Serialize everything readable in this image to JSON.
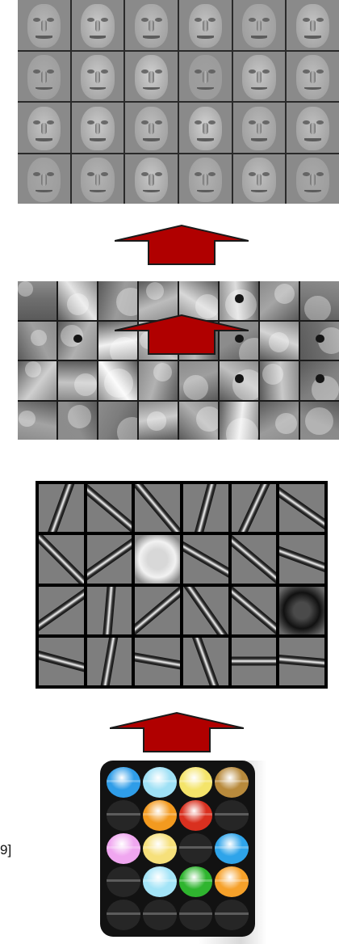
{
  "layers": {
    "faces": {
      "tones": [
        "#b5b5b5",
        "#c9c9c9",
        "#bcbcbc",
        "#c2c2c2",
        "#b0b0b0",
        "#c4c4c4",
        "#a9a9a9",
        "#c8c8c8",
        "#d0d0d0",
        "#9f9f9f",
        "#c6c6c6",
        "#bdbdbd",
        "#c3c3c3",
        "#cacaca",
        "#bdbdbd",
        "#d2d2d2",
        "#b8b8b8",
        "#c0c0c0",
        "#a6a6a6",
        "#b3b3b3",
        "#c7c7c7",
        "#b1b1b1",
        "#bebebe",
        "#a8a8a8"
      ]
    },
    "parts": {
      "patches": [
        [
          "#6f6f6f",
          0
        ],
        [
          "#e6e6e6",
          0
        ],
        [
          "#9b9b9b",
          0
        ],
        [
          "#bcbcbc",
          0
        ],
        [
          "#d8d8d8",
          0
        ],
        [
          "#dedede",
          1
        ],
        [
          "#a5a5a5",
          0
        ],
        [
          "#7a7a7a",
          0
        ],
        [
          "#a0a0a0",
          0
        ],
        [
          "#b0b0b0",
          1
        ],
        [
          "#f2f2f2",
          0
        ],
        [
          "#c6c6c6",
          0
        ],
        [
          "#b8b8b8",
          0
        ],
        [
          "#8c8c8c",
          1
        ],
        [
          "#d4d4d4",
          0
        ],
        [
          "#6e6e6e",
          1
        ],
        [
          "#cfcfcf",
          0
        ],
        [
          "#c4c4c4",
          0
        ],
        [
          "#fafafa",
          0
        ],
        [
          "#b2b2b2",
          0
        ],
        [
          "#9e9e9e",
          0
        ],
        [
          "#bfbfbf",
          1
        ],
        [
          "#c9c9c9",
          0
        ],
        [
          "#7f7f7f",
          1
        ],
        [
          "#a3a3a3",
          0
        ],
        [
          "#8d8d8d",
          0
        ],
        [
          "#7d7d7d",
          0
        ],
        [
          "#cccccc",
          0
        ],
        [
          "#b0b0b0",
          0
        ],
        [
          "#f0f0f0",
          0
        ],
        [
          "#9b9b9b",
          0
        ],
        [
          "#8a8a8a",
          0
        ]
      ]
    },
    "edges": {
      "angles": [
        20,
        -50,
        -40,
        15,
        25,
        -55,
        -45,
        55,
        0,
        -60,
        -50,
        -70,
        55,
        5,
        50,
        -35,
        -50,
        0,
        -75,
        10,
        -80,
        -20,
        90,
        95
      ],
      "special": {
        "8": "blob-light",
        "17": "blob-dark"
      }
    },
    "pixels": {
      "colors": [
        "#2f9de8",
        "#9ee0f5",
        "#f4e46a",
        "#b88a3c",
        "#222222",
        "#f39a1f",
        "#d9301f",
        "#222222",
        "#f0a6f0",
        "#f6e07a",
        "#222222",
        "#2ea4ea",
        "#222222",
        "#a3e4f7",
        "#2fb52f",
        "#f6a12a",
        "#222222",
        "#222222",
        "#222222",
        "#222222"
      ]
    }
  },
  "arrows": {
    "fill": "#b00000",
    "stroke": "#1a1a1a"
  },
  "citation": {
    "text": "9]"
  }
}
